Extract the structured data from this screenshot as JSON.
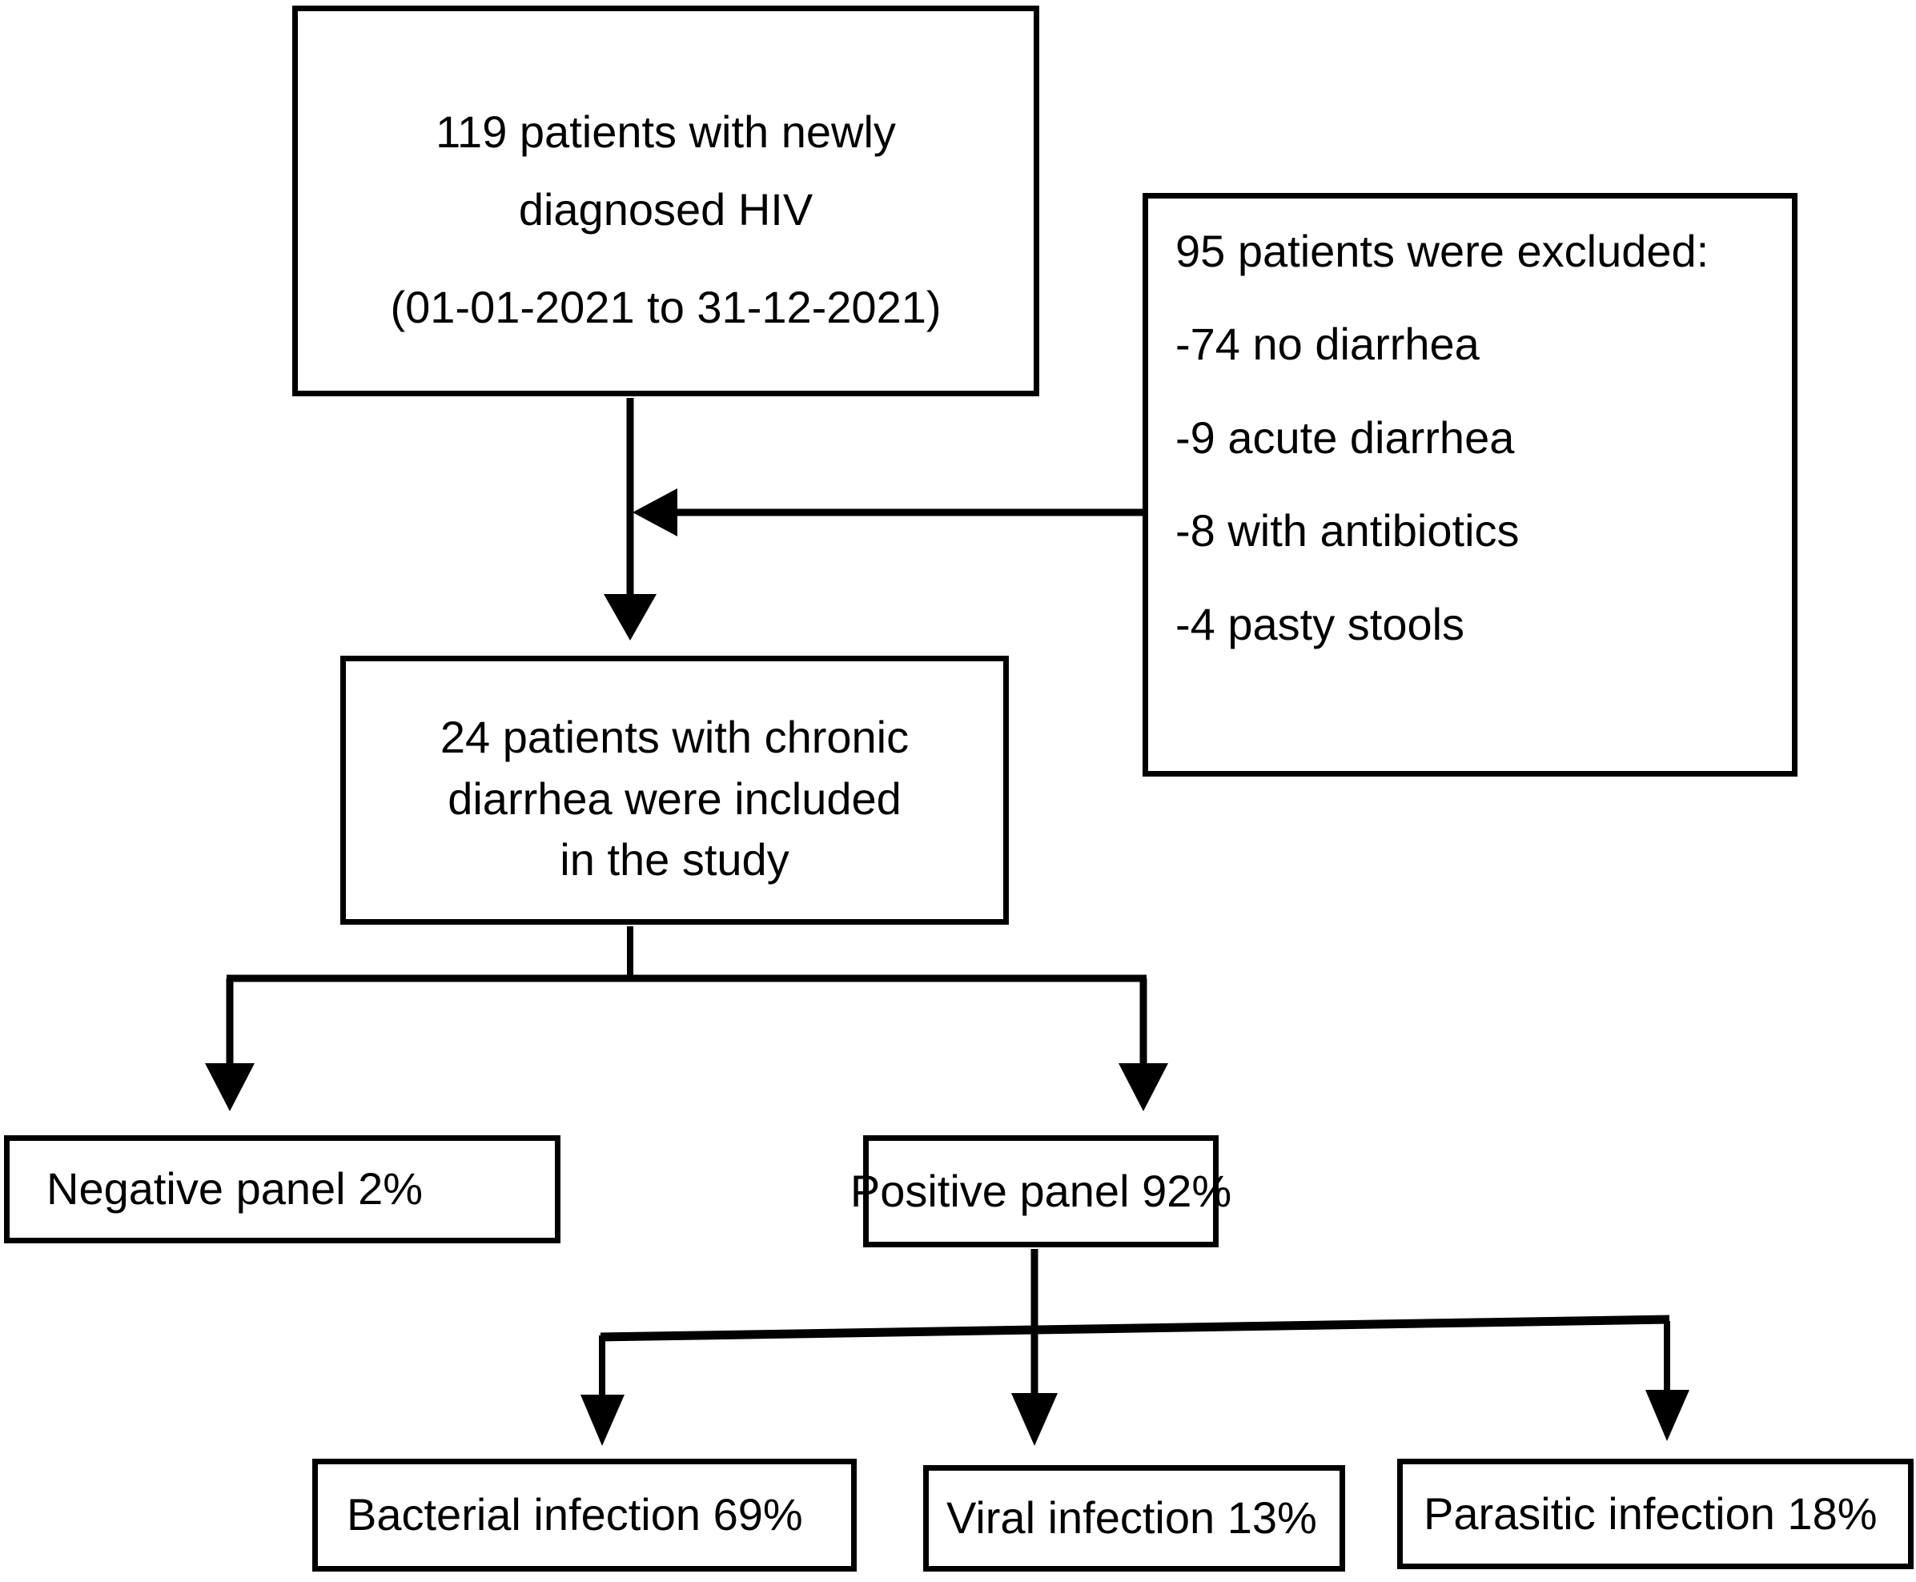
{
  "diagram": {
    "title": "Study flow diagram of patients with newly diagnosed HIV and chronic diarrhea",
    "type": "flowchart",
    "colors": {
      "stroke": "#000000",
      "fill": "#ffffff",
      "text": "#000000"
    },
    "nodes": {
      "screened": {
        "id": "screened",
        "lines": [
          "119 patients with newly",
          "diagnosed HIV",
          "(01-01-2021 to 31-12-2021)"
        ],
        "count": 119,
        "period_start": "01-01-2021",
        "period_end": "31-12-2021"
      },
      "excluded": {
        "id": "excluded",
        "lines": [
          "95 patients were excluded:",
          "-74 no diarrhea",
          "-9 acute diarrhea",
          "-8 with antibiotics",
          "-4 pasty stools"
        ],
        "total_excluded": 95,
        "reasons": [
          {
            "label": "no diarrhea",
            "count": 74
          },
          {
            "label": "acute diarrhea",
            "count": 9
          },
          {
            "label": "with antibiotics",
            "count": 8
          },
          {
            "label": "pasty stools",
            "count": 4
          }
        ]
      },
      "included": {
        "id": "included",
        "lines": [
          "24 patients with chronic",
          "diarrhea were included",
          "in the study"
        ],
        "count": 24
      },
      "negative_panel": {
        "id": "negative-panel",
        "label": "Negative panel 2%",
        "percent": 2
      },
      "positive_panel": {
        "id": "positive-panel",
        "label": "Positive panel 92%",
        "percent": 92
      },
      "bacterial": {
        "id": "bacterial-infection",
        "label": "Bacterial infection 69%",
        "percent": 69
      },
      "viral": {
        "id": "viral-infection",
        "label": "Viral infection 13%",
        "percent": 13
      },
      "parasitic": {
        "id": "parasitic-infection",
        "label": "Parasitic infection 18%",
        "percent": 18
      }
    },
    "edges": [
      {
        "from": "screened",
        "to": "included",
        "kind": "arrow-down"
      },
      {
        "from": "excluded",
        "to": "screened-to-included",
        "kind": "arrow-left"
      },
      {
        "from": "included",
        "to": "negative_panel",
        "kind": "arrow-down-split"
      },
      {
        "from": "included",
        "to": "positive_panel",
        "kind": "arrow-down-split"
      },
      {
        "from": "positive_panel",
        "to": "bacterial",
        "kind": "arrow-down-split"
      },
      {
        "from": "positive_panel",
        "to": "viral",
        "kind": "arrow-down-split"
      },
      {
        "from": "positive_panel",
        "to": "parasitic",
        "kind": "arrow-down-split"
      }
    ]
  }
}
